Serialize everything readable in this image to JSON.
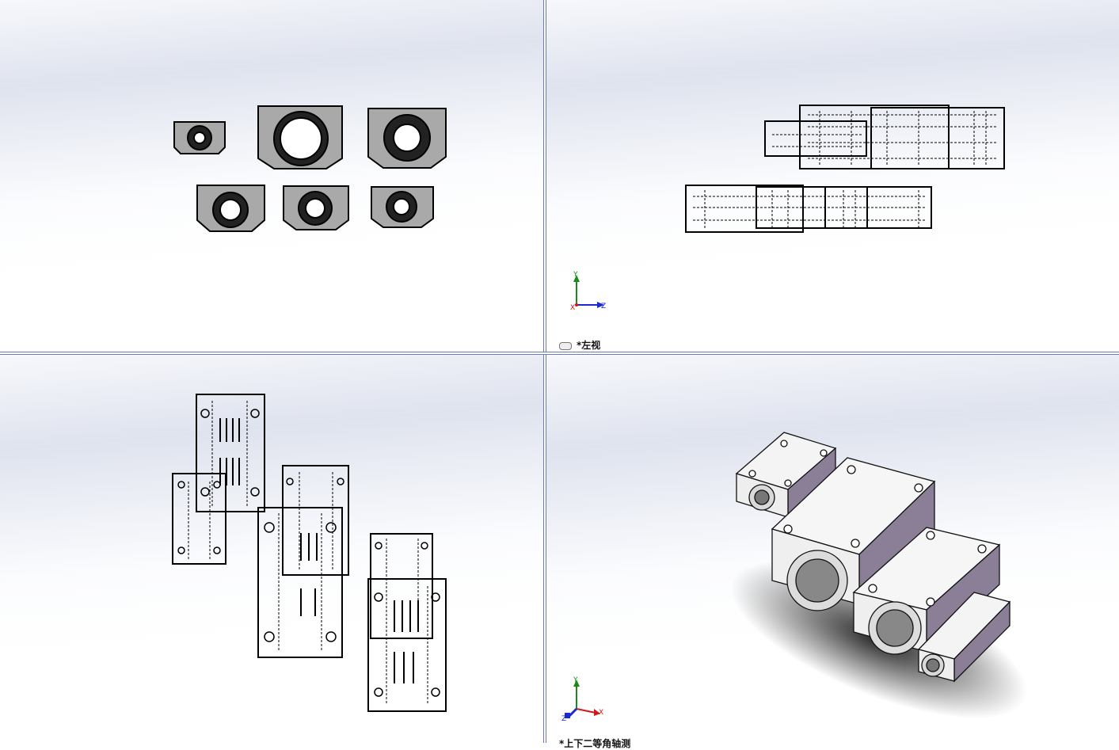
{
  "viewports": {
    "front": {
      "label": ""
    },
    "left": {
      "label": "*左视"
    },
    "top": {
      "label": ""
    },
    "isometric": {
      "label": "*上下二等角轴测"
    }
  },
  "triads": {
    "left": {
      "y": "Y",
      "z": "Z",
      "x": "X"
    },
    "iso": {
      "y": "Y",
      "z": "Z",
      "x": "X"
    }
  },
  "colors": {
    "background_top": "#dfe3ee",
    "divider": "#6d7bb0",
    "part_face": "#a9a9a9",
    "part_side": "#8b7f97",
    "axis_y": "#1a8a1a",
    "axis_x": "#d01818",
    "axis_z": "#1a2ad0"
  }
}
